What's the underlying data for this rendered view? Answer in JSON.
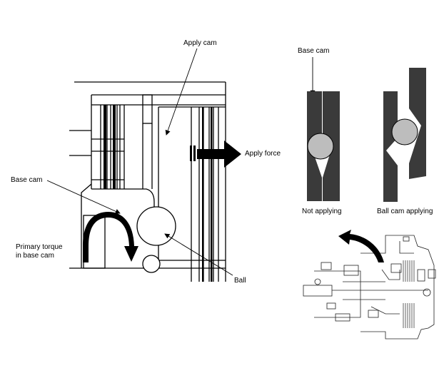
{
  "labels": {
    "apply_cam": "Apply cam",
    "apply_force": "Apply force",
    "base_cam_left": "Base cam",
    "primary_torque_line1": "Primary torque",
    "primary_torque_line2": "in base cam",
    "ball": "Ball",
    "base_cam_right": "Base cam",
    "not_applying": "Not applying",
    "ball_cam_applying": "Ball cam applying"
  },
  "colors": {
    "line": "#000000",
    "cam_fill": "#3a3a3a",
    "ball_fill": "#bdbdbd",
    "arrow_fill": "#000000"
  }
}
